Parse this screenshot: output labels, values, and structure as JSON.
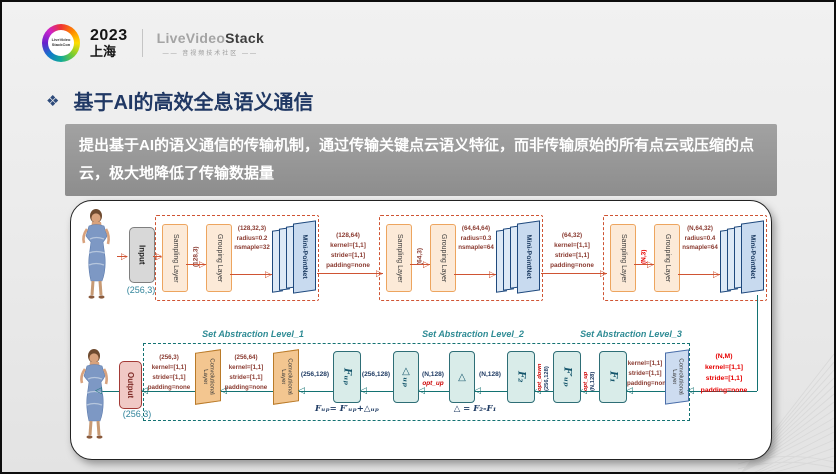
{
  "header": {
    "logo_text": "LiveVideo StackCon",
    "year": "2023",
    "city": "上海",
    "brand_live": "LiveVideo",
    "brand_stack": "Stack",
    "tagline": "—— 音视频技术社区 ——"
  },
  "title": {
    "bullet": "❖",
    "text": "基于AI的高效全息语义通信"
  },
  "summary": {
    "text": "提出基于AI的语义通信的传输机制，通过传输关键点云语义特征，而非传输原始的所有点云或压缩的点云，极大地降低了传输数据量"
  },
  "diagram": {
    "input": {
      "label": "Input",
      "dim": "(256,3)"
    },
    "output": {
      "label": "Output",
      "dim": "(256,3)"
    },
    "modules": [
      {
        "sampling": "Sampling Layer",
        "dim": "(128,3)",
        "grouping": "Grouping Layer",
        "g1": "(128,32,3)",
        "g2": "radius=0.2",
        "g3": "nsmaple=32",
        "pointnet": "Mini-PointNet"
      },
      {
        "sampling": "Sampling Layer",
        "dim": "(64,3)",
        "grouping": "Grouping Layer",
        "g1": "(64,64,64)",
        "g2": "radius=0.3",
        "g3": "nsmaple=64",
        "pointnet": "Mini-PointNet"
      },
      {
        "sampling": "Sampling Layer",
        "dim": "(N,3)",
        "grouping": "Grouping Layer",
        "g1": "(N,64,32)",
        "g2": "radius=0.4",
        "g3": "nsmaple=64",
        "pointnet": "Mini-PointNet"
      }
    ],
    "trans": [
      {
        "d": "(128,64)",
        "k": "kernel=[1,1]",
        "s": "stride=[1,1]",
        "p": "padding=none"
      },
      {
        "d": "(64,32)",
        "k": "kernel=[1,1]",
        "s": "stride=[1,1]",
        "p": "padding=none"
      }
    ],
    "nm": {
      "d": "(N,M)",
      "k": "kernel=[1,1]",
      "s": "stride=[1,1]",
      "p": "padding=none"
    },
    "levels": [
      "Set Abstraction Level_1",
      "Set Abstraction Level_2",
      "Set Abstraction Level_3"
    ],
    "bottom": {
      "conv": "Convolutional Layer",
      "out4": {
        "d": "(256,3)",
        "k": "kernel=[1,1]",
        "s": "stride=[1,1]",
        "p": "padding=none"
      },
      "mid4": {
        "d": "(256,64)",
        "k": "kernel=[1,1]",
        "s": "stride=[1,1]",
        "p": "padding=none"
      },
      "f1lbl": {
        "k": "kernel=[1,1]",
        "s": "stride=[1,1]",
        "p": "padding=none"
      },
      "d256": "(256,128)",
      "dn": "(N,128)",
      "opt_up": "opt_up",
      "opt_down": "opt_down",
      "boxes": {
        "fup": "Fᵤₚ",
        "dup": "△ᵤₚ",
        "delta": "△",
        "f2": "F₂",
        "fpup": "F′ᵤₚ",
        "f1": "F₁"
      },
      "eq1": "Fᵤₚ= F′ᵤₚ+△ᵤₚ",
      "eq2": "△ = F₂-F₁"
    }
  }
}
